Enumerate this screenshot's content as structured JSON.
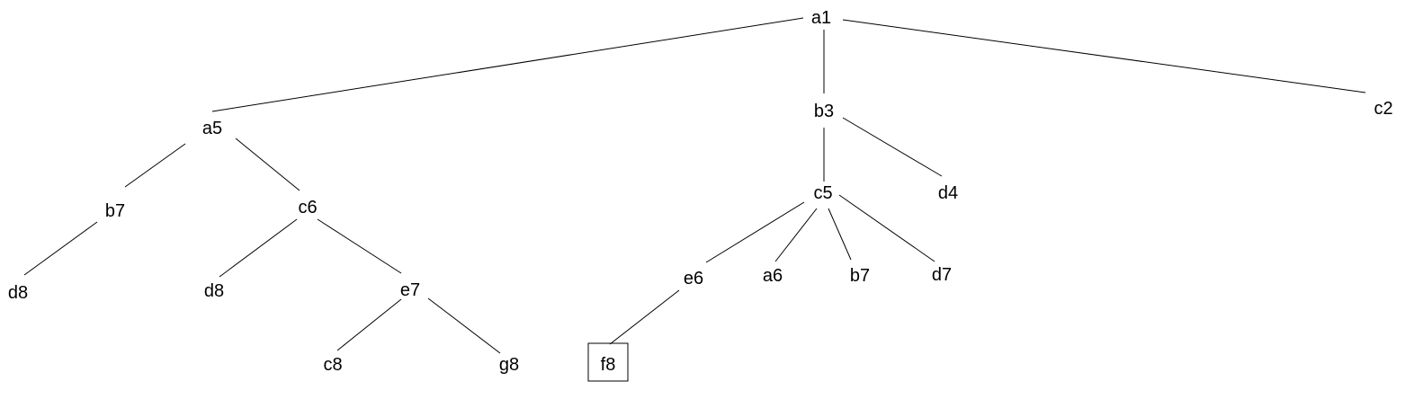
{
  "tree": {
    "nodes": [
      {
        "id": "n_a1",
        "label": "a1"
      },
      {
        "id": "n_a5",
        "label": "a5"
      },
      {
        "id": "n_b3",
        "label": "b3"
      },
      {
        "id": "n_c2",
        "label": "c2"
      },
      {
        "id": "n_b7_left",
        "label": "b7"
      },
      {
        "id": "n_c6",
        "label": "c6"
      },
      {
        "id": "n_d8_a",
        "label": "d8"
      },
      {
        "id": "n_d8_b",
        "label": "d8"
      },
      {
        "id": "n_e7",
        "label": "e7"
      },
      {
        "id": "n_c8",
        "label": "c8"
      },
      {
        "id": "n_g8",
        "label": "g8"
      },
      {
        "id": "n_c5",
        "label": "c5"
      },
      {
        "id": "n_d4",
        "label": "d4"
      },
      {
        "id": "n_e6",
        "label": "e6"
      },
      {
        "id": "n_a6",
        "label": "a6"
      },
      {
        "id": "n_b7_right",
        "label": "b7"
      },
      {
        "id": "n_d7",
        "label": "d7"
      },
      {
        "id": "n_f8",
        "label": "f8",
        "highlighted": true
      }
    ],
    "edges": [
      {
        "from": "n_a1",
        "to": "n_a5"
      },
      {
        "from": "n_a1",
        "to": "n_b3"
      },
      {
        "from": "n_a1",
        "to": "n_c2"
      },
      {
        "from": "n_a5",
        "to": "n_b7_left"
      },
      {
        "from": "n_a5",
        "to": "n_c6"
      },
      {
        "from": "n_b7_left",
        "to": "n_d8_a"
      },
      {
        "from": "n_c6",
        "to": "n_d8_b"
      },
      {
        "from": "n_c6",
        "to": "n_e7"
      },
      {
        "from": "n_e7",
        "to": "n_c8"
      },
      {
        "from": "n_e7",
        "to": "n_g8"
      },
      {
        "from": "n_b3",
        "to": "n_c5"
      },
      {
        "from": "n_b3",
        "to": "n_d4"
      },
      {
        "from": "n_c5",
        "to": "n_e6"
      },
      {
        "from": "n_c5",
        "to": "n_a6"
      },
      {
        "from": "n_c5",
        "to": "n_b7_right"
      },
      {
        "from": "n_c5",
        "to": "n_d7"
      },
      {
        "from": "n_e6",
        "to": "n_f8"
      }
    ]
  }
}
